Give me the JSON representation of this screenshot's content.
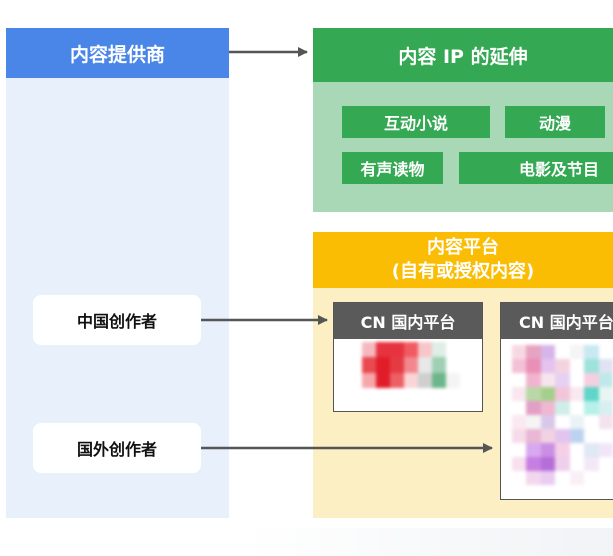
{
  "provider": {
    "title": "内容提供商",
    "creators": [
      "中国创作者",
      "国外创作者"
    ]
  },
  "ip_extension": {
    "title": "内容 IP 的延伸",
    "items": [
      "互动小说",
      "动漫",
      "有声读物",
      "电影及节目"
    ]
  },
  "platform": {
    "title_line1": "内容平台",
    "title_line2": "(自有或授权内容)",
    "cards": [
      "CN 国内平台",
      "CN 国内平台"
    ]
  },
  "colors": {
    "provider_blue": "#4a86e8",
    "provider_bg": "#e8f0fb",
    "ip_green": "#34a853",
    "ip_bg": "#a8d8b6",
    "platform_yellow": "#fbbc04",
    "platform_bg": "#fdefc4",
    "card_header_gray": "#5a5a5a",
    "arrow_gray": "#555555"
  }
}
